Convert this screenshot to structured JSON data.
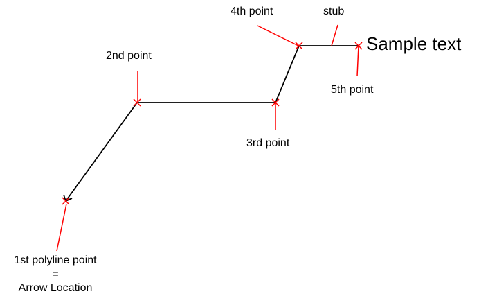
{
  "labels": {
    "first_point_line1": "1st polyline point",
    "first_point_line2": "=",
    "first_point_line3": "Arrow Location",
    "second_point": "2nd point",
    "third_point": "3rd point",
    "fourth_point": "4th point",
    "stub": "stub",
    "fifth_point": "5th point",
    "sample_text": "Sample text"
  },
  "colors": {
    "polyline": "#000000",
    "markers": "#ff0000",
    "text": "#000000"
  }
}
